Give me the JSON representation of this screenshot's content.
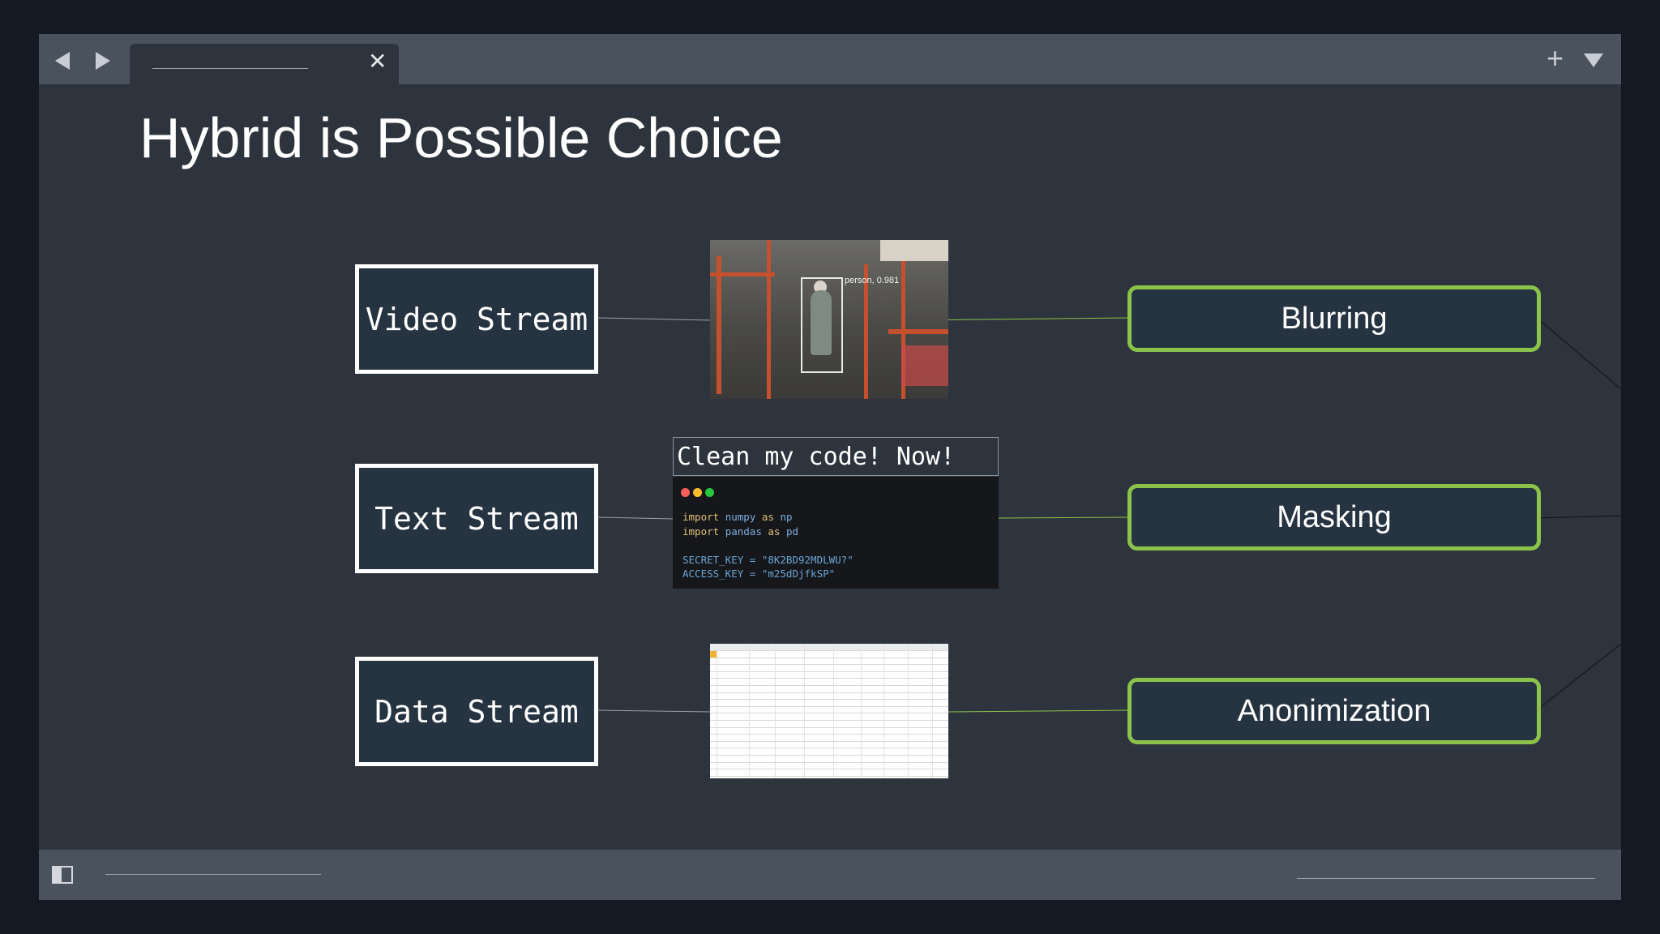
{
  "slide": {
    "title": "Hybrid is Possible Choice"
  },
  "streams": [
    {
      "label": "Video Stream"
    },
    {
      "label": "Text Stream"
    },
    {
      "label": "Data Stream"
    }
  ],
  "methods": [
    {
      "label": "Blurring"
    },
    {
      "label": "Masking"
    },
    {
      "label": "Anonimization"
    }
  ],
  "video_thumb": {
    "detection_label": "person, 0.981"
  },
  "text_card": {
    "prompt": "Clean my code! Now!",
    "code": {
      "line1_kw": "import",
      "line1_mod": "numpy",
      "line1_as": "as",
      "line1_alias": "np",
      "line2_kw": "import",
      "line2_mod": "pandas",
      "line2_as": "as",
      "line2_alias": "pd",
      "line3": "SECRET_KEY = \"8K2BD92MDLWU?\"",
      "line4": "ACCESS_KEY = \"m25dDjfkSP\""
    }
  },
  "window": {
    "tab_close": "✕",
    "new_tab": "+"
  },
  "colors": {
    "method_border": "#8bc34a",
    "stream_border": "#ffffff",
    "background": "#2e343d"
  }
}
